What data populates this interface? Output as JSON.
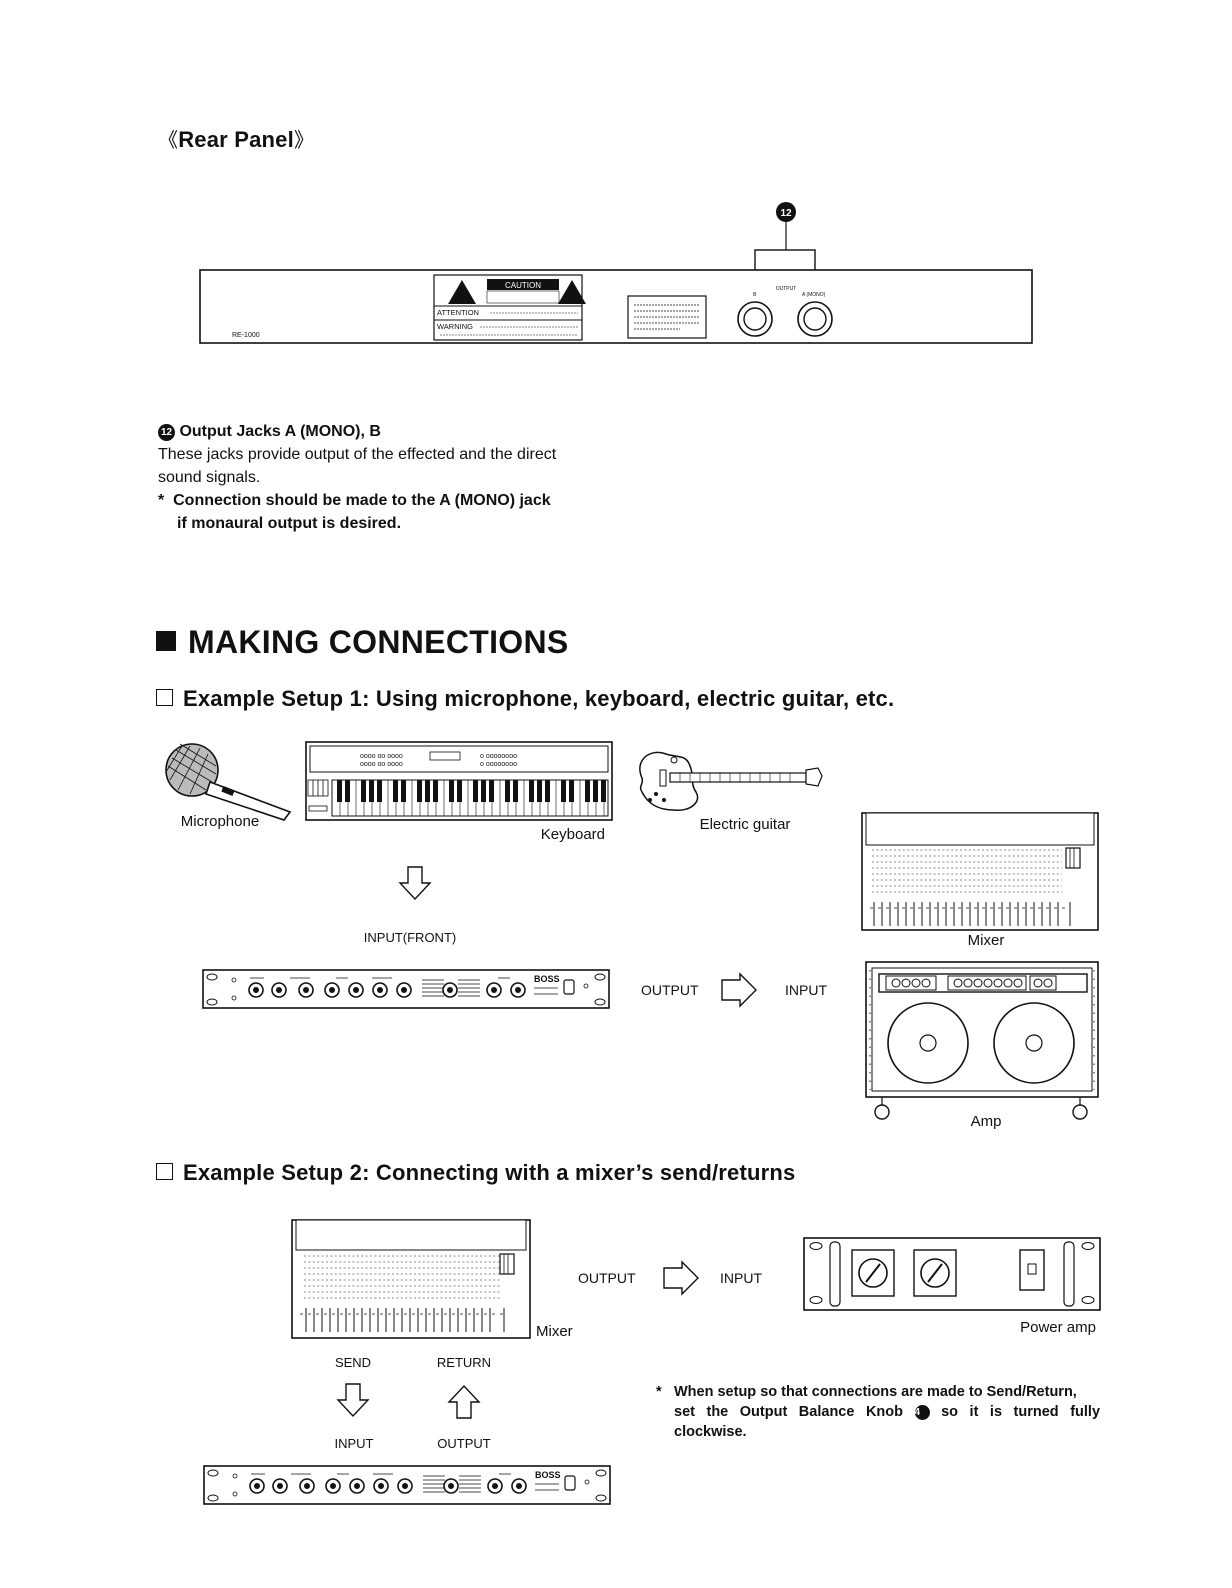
{
  "rear_panel": {
    "heading": "Rear Panel",
    "bracket_left": "《",
    "bracket_right": "》",
    "callout_number": "12",
    "model_label": "RE-1000",
    "caution_label": "CAUTION",
    "attention_label": "ATTENTION",
    "warning_label": "WARNING",
    "output_label": "OUTPUT",
    "jack_b_label": "B",
    "jack_a_label": "A (MONO)"
  },
  "output_jacks": {
    "number": "12",
    "title": "Output Jacks A (MONO), B",
    "line1": "These jacks provide output of the effected and the direct",
    "line2": "sound signals.",
    "note_star": "*",
    "note_line1": "Connection should be made to the A (MONO) jack",
    "note_line2": "if monaural output is desired."
  },
  "making_connections": {
    "heading": "MAKING CONNECTIONS"
  },
  "setup1": {
    "heading": "Example Setup 1: Using microphone, keyboard, electric guitar, etc.",
    "microphone": "Microphone",
    "keyboard": "Keyboard",
    "electric_guitar": "Electric guitar",
    "input_front": "INPUT(FRONT)",
    "output": "OUTPUT",
    "input": "INPUT",
    "mixer": "Mixer",
    "amp": "Amp"
  },
  "setup2": {
    "heading": "Example Setup 2: Connecting with a mixer’s send/returns",
    "mixer": "Mixer",
    "output": "OUTPUT",
    "input": "INPUT",
    "power_amp": "Power amp",
    "send": "SEND",
    "return": "RETURN",
    "input_below": "INPUT",
    "output_below": "OUTPUT",
    "note_star": "*",
    "note_line1": "When setup so that connections are made to Send/Return,",
    "note_line2_a": "set the Output Balance Knob",
    "note_knob": "4",
    "note_line2_b": "so it is turned fully",
    "note_line3": "clockwise."
  }
}
